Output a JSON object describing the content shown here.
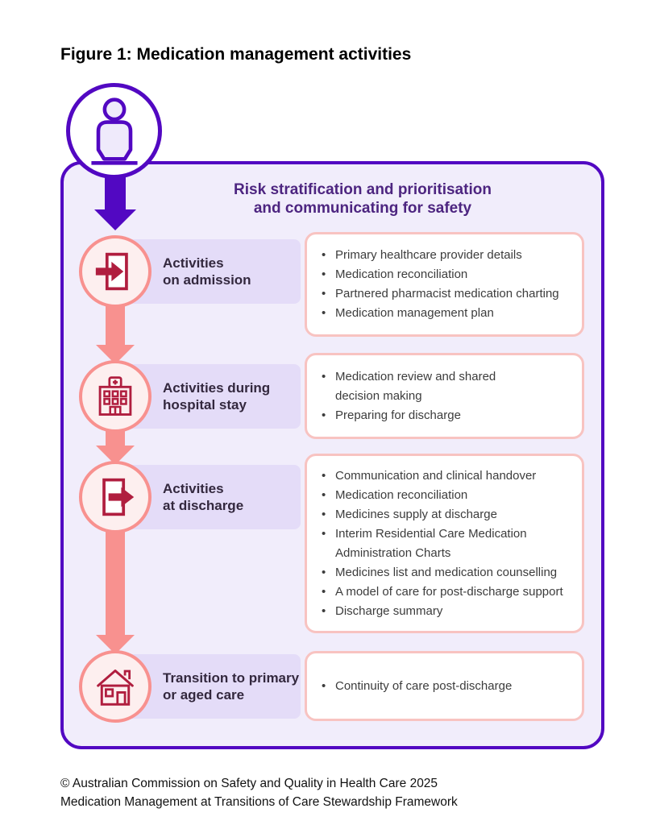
{
  "figure_title": "Figure 1: Medication management activities",
  "diagram": {
    "header_line1": "Risk stratification and prioritisation",
    "header_line2": "and communicating for safety",
    "stages": [
      {
        "icon": "door-arrow-in-icon",
        "label_line1": "Activities",
        "label_line2": "on admission",
        "bullets": [
          "Primary healthcare provider details",
          "Medication reconciliation",
          "Partnered pharmacist medication charting",
          "Medication management plan"
        ]
      },
      {
        "icon": "hospital-building-icon",
        "label_line1": "Activities during",
        "label_line2": "hospital stay",
        "bullets": [
          "Medication review and shared decision making",
          "Preparing for discharge"
        ]
      },
      {
        "icon": "door-arrow-out-icon",
        "label_line1": "Activities",
        "label_line2": "at discharge",
        "bullets": [
          "Communication and clinical handover",
          "Medication reconciliation",
          "Medicines supply at discharge",
          "Interim Residential Care Medication Administration Charts",
          "Medicines list and medication counselling",
          "A model of care for post-discharge support",
          "Discharge summary"
        ]
      },
      {
        "icon": "house-icon",
        "label_line1": "Transition to primary",
        "label_line2": "or aged care",
        "bullets": [
          "Continuity of care post-discharge"
        ]
      }
    ]
  },
  "footer_line1": "© Australian Commission on Safety and Quality in Health Care 2025",
  "footer_line2": "Medication Management at Transitions of Care Stewardship Framework",
  "colors": {
    "purple": "#5208C2",
    "header_text": "#4D2580",
    "container_bg": "#F1EDFB",
    "band_bg": "#E4DCF8",
    "salmon": "#F8918F",
    "icon_circle_bg": "#FDEFEF",
    "box_border": "#F8C3C1",
    "crimson": "#B01E3F",
    "label_text": "#33283E",
    "bullet_text": "#3C3C3C"
  }
}
